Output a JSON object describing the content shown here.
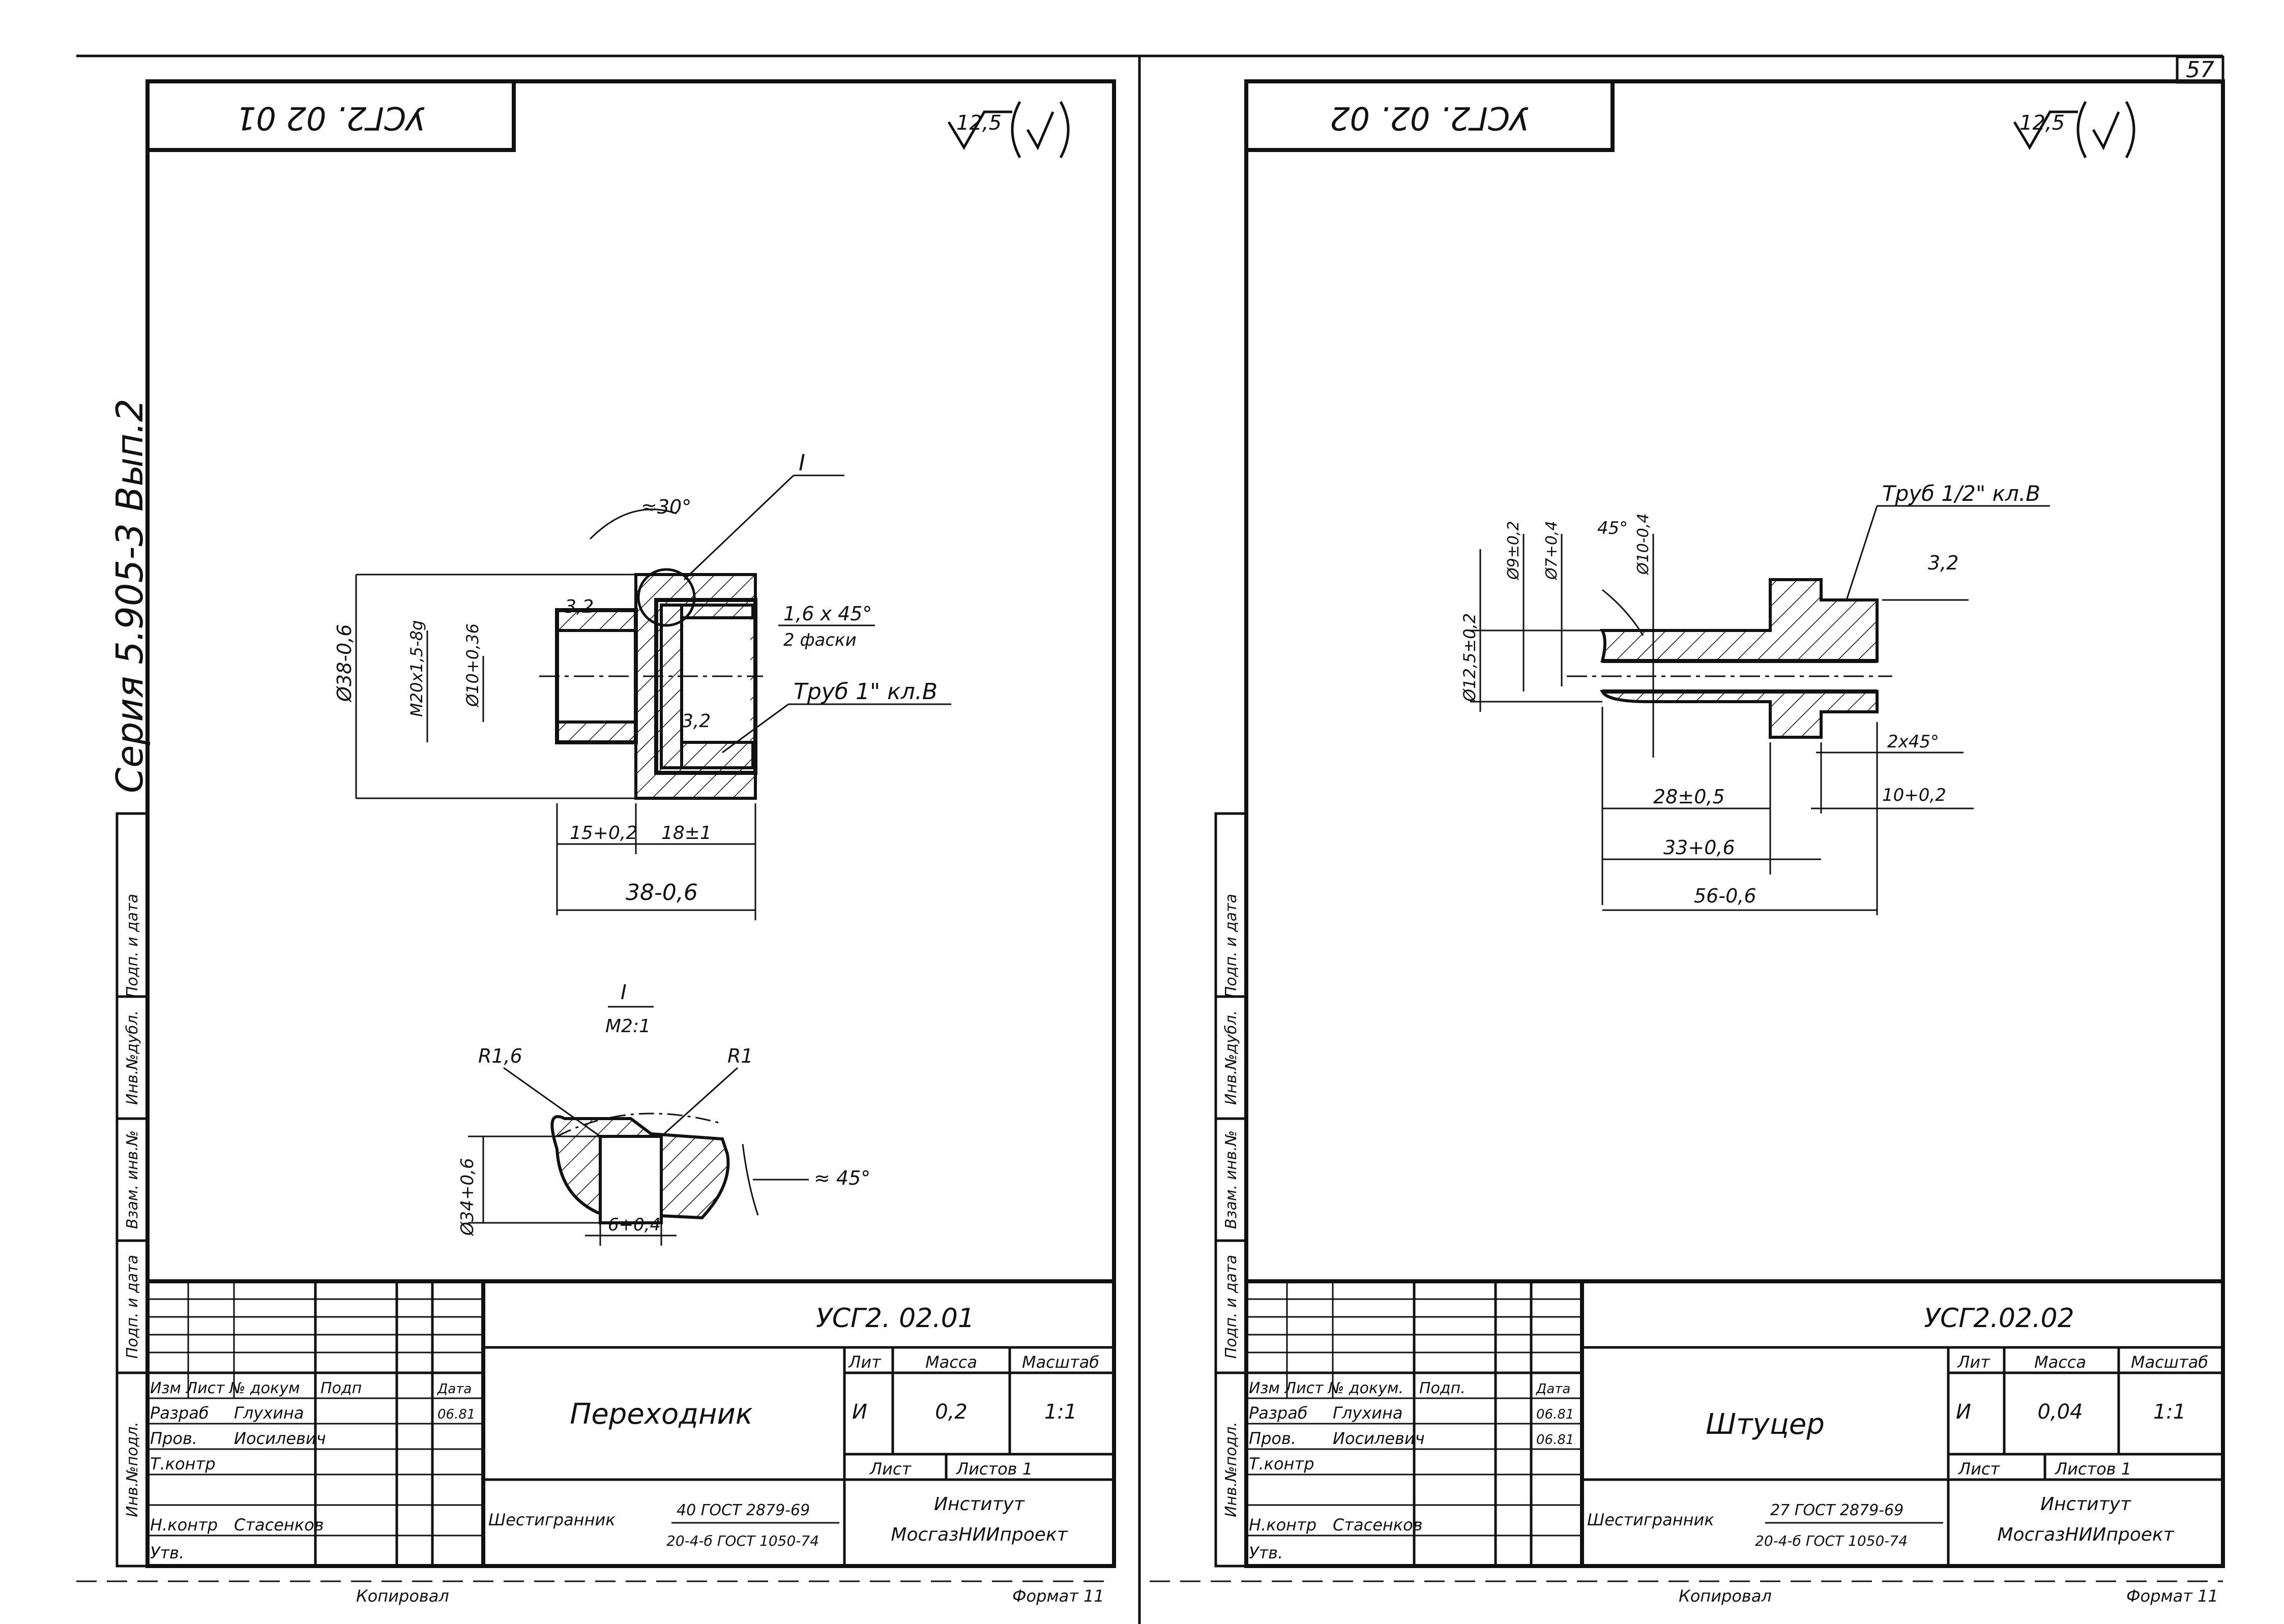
{
  "page_number": "57",
  "series_label": "Серия 5.905-3 Вып.2",
  "left_sheet": {
    "stamp_top": "УСГ2. 02 01",
    "roughness": "12,5",
    "section_mark": "I",
    "section_scale": "М2:1",
    "dims": {
      "d38": "Ø38-0,6",
      "thread": "М20x1,5-8g",
      "d10": "Ø10+0,36",
      "angle30": "≈30°",
      "r32a": "3,2",
      "r32b": "3,2",
      "chamfer": "1,6 x 45°",
      "chamfer2": "2 фаски",
      "pipe": "Труб 1\" кл.В",
      "len15": "15+0,2",
      "len18": "18±1",
      "len38": "38-0,6",
      "r16": "R1,6",
      "r1": "R1",
      "d34": "Ø34+0,6",
      "w6": "6+0,4",
      "ang45": "≈ 45°"
    },
    "title_block": {
      "designation": "УСГ2. 02.01",
      "name": "Переходник",
      "lit_header": "Лит",
      "mass_header": "Масса",
      "scale_header": "Масштаб",
      "lit": "И",
      "mass": "0,2",
      "scale": "1:1",
      "sheet_label": "Лист",
      "sheets_label": "Листов  1",
      "org1": "Институт",
      "org2": "МосгазНИИпроект",
      "material": "Шестигранник",
      "material_std1": "40 ГОСТ 2879-69",
      "material_std2": "20-4-б ГОСТ 1050-74",
      "rows": [
        {
          "role": "Изм Лист № докум",
          "name": "Подп",
          "date": "Дата"
        },
        {
          "role": "Разраб",
          "name": "Глухина",
          "date": "06.81"
        },
        {
          "role": "Пров.",
          "name": "Иосилевич",
          "date": ""
        },
        {
          "role": "Т.контр",
          "name": "",
          "date": ""
        },
        {
          "role": "Н.контр",
          "name": "Стасенков",
          "date": ""
        },
        {
          "role": "Утв.",
          "name": "",
          "date": ""
        }
      ],
      "copied": "Копировал",
      "format": "Формат 11"
    },
    "side_stamps": [
      "Инв.№подл.",
      "Подп. и дата",
      "Взам. инв.№",
      "Инв.№дубл.",
      "Подп. и дата"
    ]
  },
  "right_sheet": {
    "stamp_top": "УСГ2. 02. 02",
    "roughness": "12,5",
    "dims": {
      "d125": "Ø12,5±0,2",
      "d9": "Ø9±0,2",
      "d7": "Ø7+0,4",
      "ang45": "45°",
      "d10": "Ø10-0,4",
      "pipe": "Труб 1/2\" кл.В",
      "r32": "3,2",
      "chamfer": "2x45°",
      "len10": "10+0,2",
      "len28": "28±0,5",
      "len33": "33+0,6",
      "len56": "56-0,6"
    },
    "title_block": {
      "designation": "УСГ2.02.02",
      "name": "Штуцер",
      "lit_header": "Лит",
      "mass_header": "Масса",
      "scale_header": "Масштаб",
      "lit": "И",
      "mass": "0,04",
      "scale": "1:1",
      "sheet_label": "Лист",
      "sheets_label": "Листов  1",
      "org1": "Институт",
      "org2": "МосгазНИИпроект",
      "material": "Шестигранник",
      "material_std1": "27 ГОСТ 2879-69",
      "material_std2": "20-4-б ГОСТ 1050-74",
      "rows": [
        {
          "role": "Изм Лист № докум.",
          "name": "Подп.",
          "date": "Дата"
        },
        {
          "role": "Разраб",
          "name": "Глухина",
          "date": "06.81"
        },
        {
          "role": "Пров.",
          "name": "Иосилевич",
          "date": "06.81"
        },
        {
          "role": "Т.контр",
          "name": "",
          "date": ""
        },
        {
          "role": "Н.контр",
          "name": "Стасенков",
          "date": ""
        },
        {
          "role": "Утв.",
          "name": "",
          "date": ""
        }
      ],
      "copied": "Копировал",
      "format": "Формат 11"
    },
    "side_stamps": [
      "Инв.№подл.",
      "Подп. и дата",
      "Взам. инв.№",
      "Инв.№дубл.",
      "Подп. и дата"
    ]
  }
}
